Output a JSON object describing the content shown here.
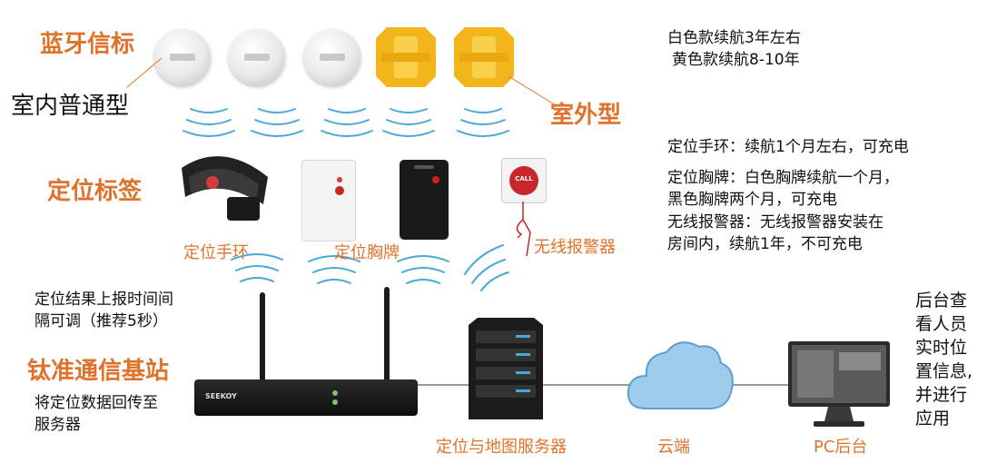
{
  "beacons": {
    "title": "蓝牙信标",
    "indoor_label": "室内普通型",
    "outdoor_label": "室外型",
    "battery_white": "白色款续航3年左右",
    "battery_yellow": "黄色款续航8-10年"
  },
  "tags": {
    "title": "定位标签",
    "wristband_label": "定位手环",
    "badge_label": "定位胸牌",
    "alarm_label": "无线报警器",
    "call_text": "CALL",
    "desc": [
      "定位手环：续航1个月左右，可充电",
      "定位胸牌：白色胸牌续航一个月，",
      "黑色胸牌两个月，可充电",
      "无线报警器：无线报警器安装在",
      "房间内，续航1年，不可充电"
    ]
  },
  "base_station": {
    "title": "钛准通信基站",
    "report_note_1": "定位结果上报时间间",
    "report_note_2": "隔可调（推荐5秒）",
    "return_note_1": "将定位数据回传至",
    "return_note_2": "服务器",
    "brand": "SEEKOY"
  },
  "bottom_row": {
    "server_label": "定位与地图服务器",
    "cloud_label": "云端",
    "pc_label": "PC后台"
  },
  "pc_note": [
    "后台查",
    "看人员",
    "实时位",
    "置信息,",
    "并进行",
    "应用"
  ],
  "colors": {
    "orange": "#e0732c",
    "wave_blue": "#4aa8d8",
    "yellow": "#f2b51c",
    "cloud_blue": "#7db7e0"
  }
}
